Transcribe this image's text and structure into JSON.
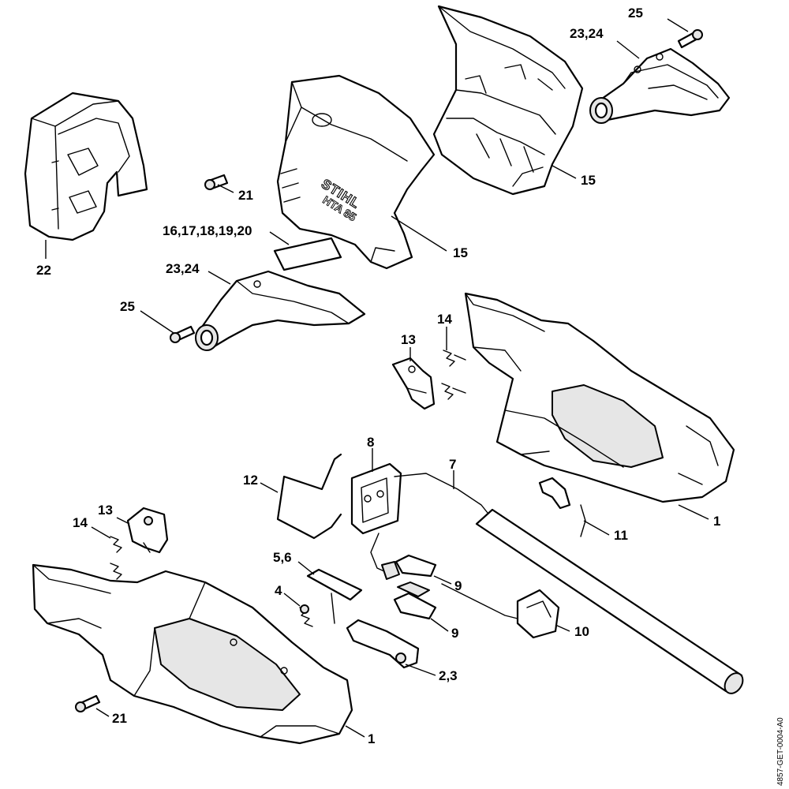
{
  "diagram": {
    "drawing_id": "4857-GET-0004-A0",
    "brand_mark": "STIHL",
    "model_mark": "HTA 85",
    "callouts": [
      {
        "key": "c_25_top",
        "label": "25"
      },
      {
        "key": "c_2324_top",
        "label": "23,24"
      },
      {
        "key": "c_15_a",
        "label": "15"
      },
      {
        "key": "c_21_top",
        "label": "21"
      },
      {
        "key": "c_16_20",
        "label": "16,17,18,19,20"
      },
      {
        "key": "c_15_b",
        "label": "15"
      },
      {
        "key": "c_22",
        "label": "22"
      },
      {
        "key": "c_2324_mid",
        "label": "23,24"
      },
      {
        "key": "c_25_mid",
        "label": "25"
      },
      {
        "key": "c_14_a",
        "label": "14"
      },
      {
        "key": "c_13_a",
        "label": "13"
      },
      {
        "key": "c_8",
        "label": "8"
      },
      {
        "key": "c_7",
        "label": "7"
      },
      {
        "key": "c_12",
        "label": "12"
      },
      {
        "key": "c_13_b",
        "label": "13"
      },
      {
        "key": "c_14_b",
        "label": "14"
      },
      {
        "key": "c_1_a",
        "label": "1"
      },
      {
        "key": "c_11",
        "label": "11"
      },
      {
        "key": "c_56",
        "label": "5,6"
      },
      {
        "key": "c_9_a",
        "label": "9"
      },
      {
        "key": "c_4",
        "label": "4"
      },
      {
        "key": "c_10",
        "label": "10"
      },
      {
        "key": "c_9_b",
        "label": "9"
      },
      {
        "key": "c_23",
        "label": "2,3"
      },
      {
        "key": "c_21_bottom",
        "label": "21"
      },
      {
        "key": "c_1_b",
        "label": "1"
      }
    ]
  }
}
